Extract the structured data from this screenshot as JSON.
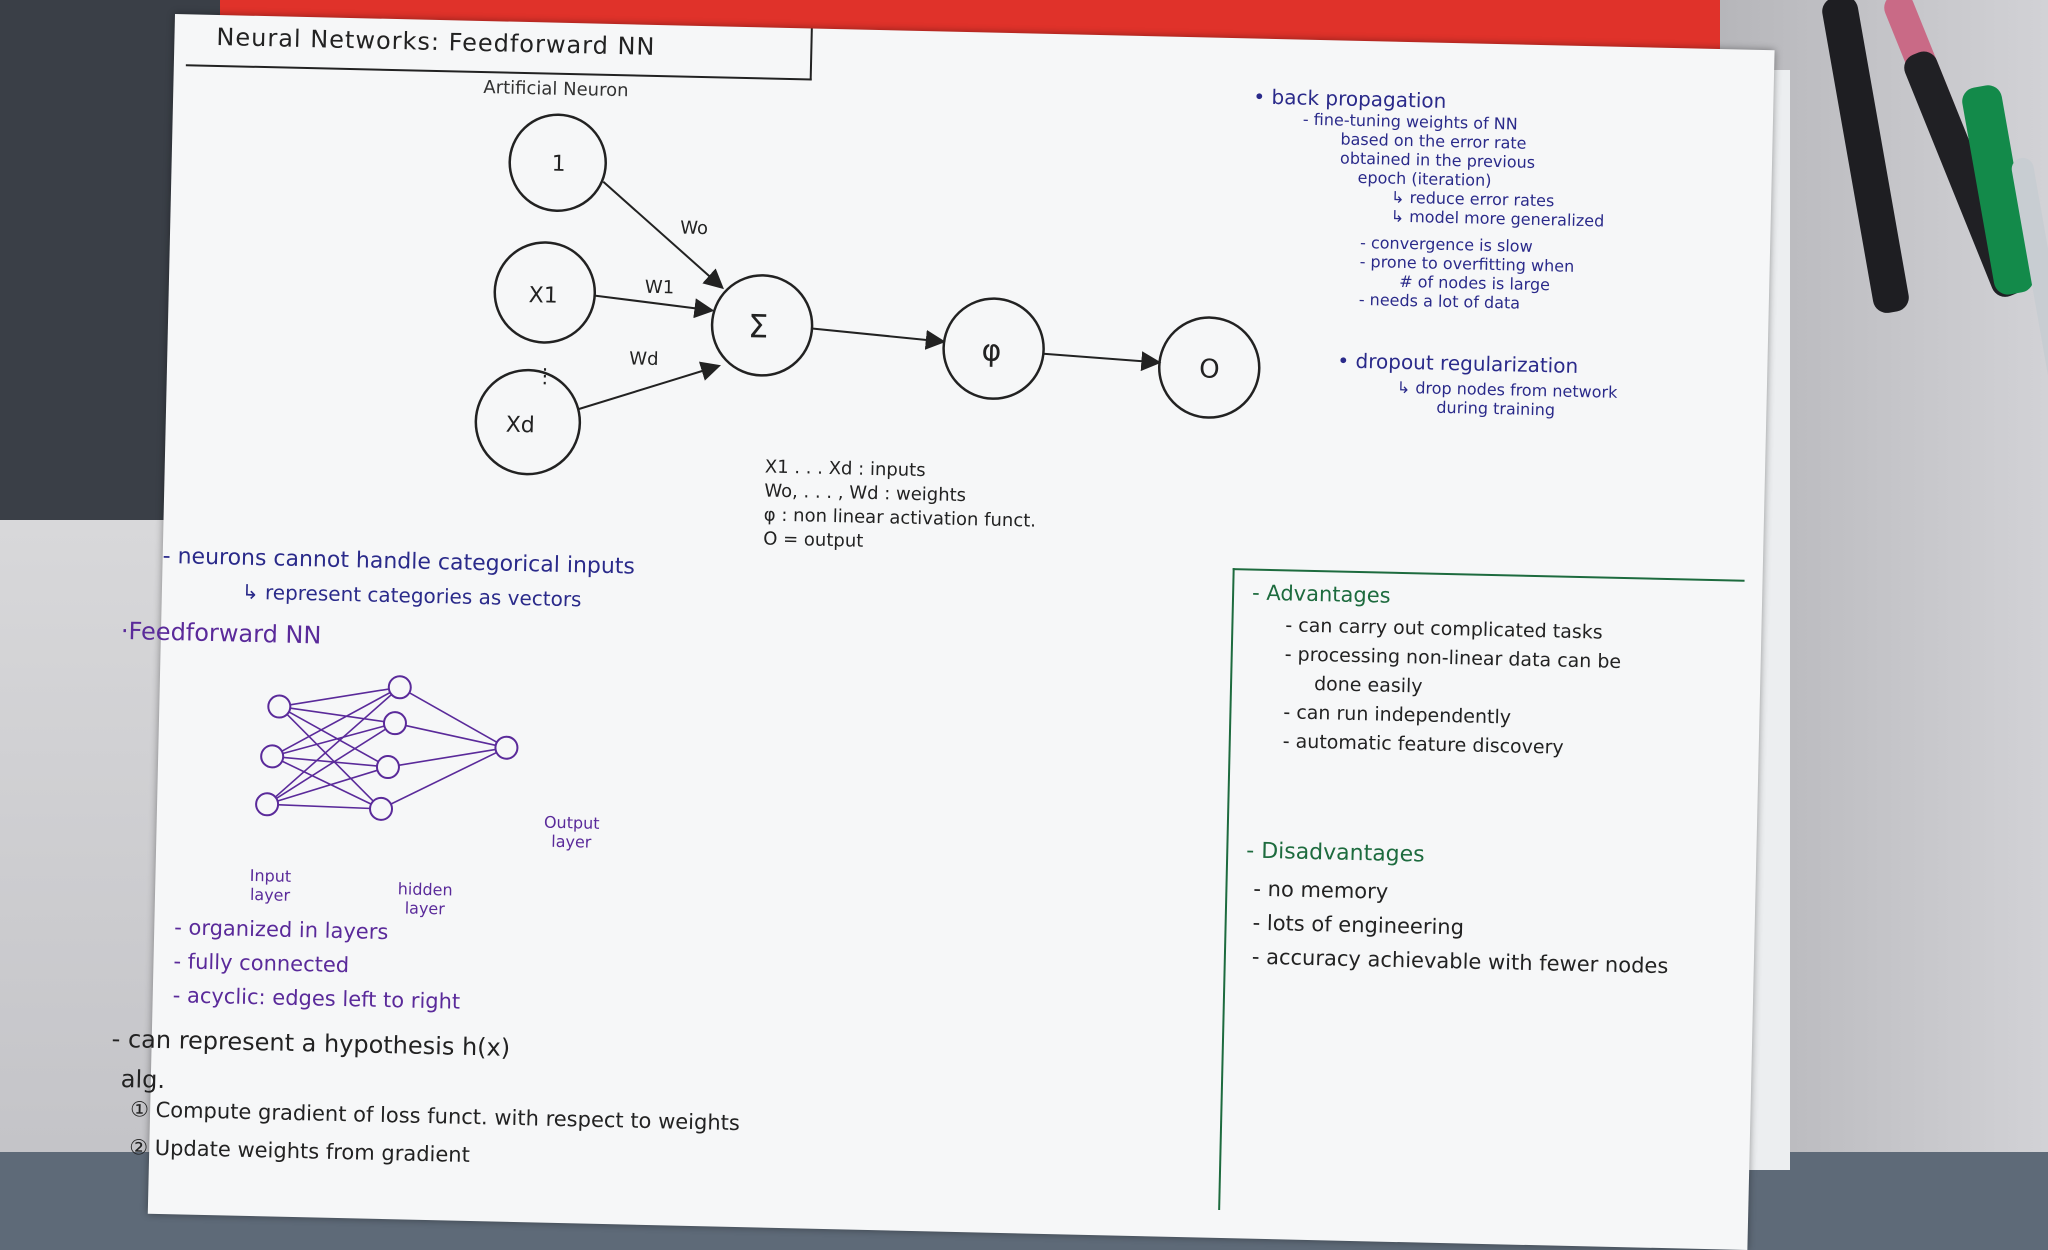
{
  "title": "Neural Networks: Feedforward NN",
  "artificial_neuron": {
    "heading": "Artificial Neuron",
    "nodes": {
      "bias": "1",
      "x1": "X1",
      "xd": "Xd",
      "sum": "Σ",
      "activation": "φ",
      "output": "O"
    },
    "weights": {
      "w0": "Wo",
      "w1": "W1",
      "wd": "Wd"
    },
    "legend": [
      "X1 . . . Xd : inputs",
      "Wo, . . . , Wd : weights",
      "φ : non linear activation funct.",
      "O = output"
    ]
  },
  "left_notes": {
    "categorical": "- neurons cannot handle categorical inputs",
    "categorical_sub": "↳ represent categories as vectors",
    "ffnn_heading": "·Feedforward NN",
    "layer_labels": {
      "input": "Input layer",
      "hidden": "hidden layer",
      "output": "Output layer"
    },
    "properties": [
      "- organized in layers",
      "- fully connected",
      "- acyclic: edges left to right"
    ],
    "hypothesis": "- can represent a hypothesis h(x)",
    "alg_heading": "alg.",
    "alg_steps": [
      "① Compute gradient of loss funct. with respect to weights",
      "② Update weights from gradient"
    ]
  },
  "right_notes": {
    "backprop_heading": "• back propagation",
    "backprop_lines": [
      "- fine-tuning weights of NN",
      "based on the error rate",
      "obtained in the previous",
      "epoch (iteration)",
      "↳ reduce error rates",
      "↳ model more generalized"
    ],
    "backprop_cons": [
      "- convergence is slow",
      "- prone to overfitting when",
      "# of nodes is large",
      "- needs a lot of data"
    ],
    "dropout_heading": "• dropout regularization",
    "dropout_lines": [
      "↳ drop nodes from network",
      "during training"
    ],
    "advantages_heading": "- Advantages",
    "advantages": [
      "- can carry out complicated tasks",
      "- processing non-linear data can be",
      "done easily",
      "- can run independently",
      "- automatic feature discovery"
    ],
    "disadvantages_heading": "- Disadvantages",
    "disadvantages": [
      "- no memory",
      "- lots of engineering",
      "- accuracy achievable with fewer nodes"
    ]
  },
  "colors": {
    "black_ink": "#222222",
    "navy_ink": "#2a2a8a",
    "green_ink": "#1d6b3e",
    "purple_ink": "#5a2a9a",
    "folder_red": "#e0322a"
  }
}
